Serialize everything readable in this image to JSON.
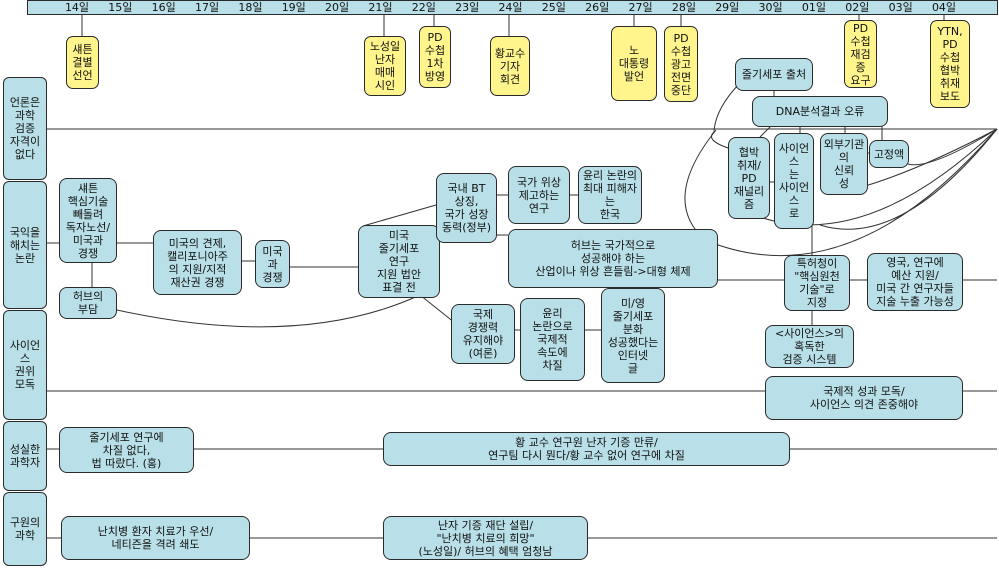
{
  "dates": [
    "14일",
    "15일",
    "16일",
    "17일",
    "18일",
    "19일",
    "20일",
    "21일",
    "22일",
    "23일",
    "24일",
    "25일",
    "26일",
    "27일",
    "28일",
    "29일",
    "30일",
    "01일",
    "02일",
    "03일",
    "04일"
  ],
  "categories": [
    {
      "id": "cat1",
      "text": "언론은\n과학\n검증\n자격이\n없다"
    },
    {
      "id": "cat2",
      "text": "국익을\n해치는\n논란"
    },
    {
      "id": "cat3",
      "text": "사이언\n스\n권위\n모독"
    },
    {
      "id": "cat4",
      "text": "성실한\n과학자"
    },
    {
      "id": "cat5",
      "text": "구원의\n과학"
    }
  ],
  "events": [
    {
      "id": "ev1",
      "text": "섀튼\n결별\n선언"
    },
    {
      "id": "ev2",
      "text": "노성일\n난자\n매매\n시인"
    },
    {
      "id": "ev3",
      "text": "PD\n수첩\n1차\n방영"
    },
    {
      "id": "ev4",
      "text": "황교수\n기자\n회견"
    },
    {
      "id": "ev5",
      "text": "노\n대통령\n발언"
    },
    {
      "id": "ev6",
      "text": "PD\n수첩\n광고\n전면\n중단"
    },
    {
      "id": "ev7",
      "text": "PD\n수첩\n재검\n증\n요구"
    },
    {
      "id": "ev8",
      "text": "YTN,\nPD\n수첩\n협박\n취재\n보도"
    }
  ],
  "nodes": [
    {
      "id": "n1",
      "text": "줄기세포 출처"
    },
    {
      "id": "n2",
      "text": "DNA분석결과 오류"
    },
    {
      "id": "n3",
      "text": "협박\n취재/\nPD\n재널리즘"
    },
    {
      "id": "n4",
      "text": "사이언스\n는\n사이언스\n로"
    },
    {
      "id": "n5",
      "text": "외부기관\n의\n신뢰\n성"
    },
    {
      "id": "n6",
      "text": "고정액"
    },
    {
      "id": "n7",
      "text": "섀튼\n핵심기술\n빼돌려\n독자노선/\n미국과\n경쟁"
    },
    {
      "id": "n8",
      "text": "허브의\n부담"
    },
    {
      "id": "n9",
      "text": "미국의 견제,\n캘리포니아주\n의 지원/지적\n재산권 경쟁"
    },
    {
      "id": "n10",
      "text": "미국\n과\n경쟁"
    },
    {
      "id": "n11",
      "text": "미국\n줄기세포\n연구\n지원 법안\n표결 전"
    },
    {
      "id": "n12",
      "text": "국내 BT\n상징,\n국가 성장\n동력(정부)"
    },
    {
      "id": "n13",
      "text": "국가 위상\n제고하는\n연구"
    },
    {
      "id": "n14",
      "text": "윤리 논란의\n최대 피해자\n는\n한국"
    },
    {
      "id": "n15",
      "text": "허브는 국가적으로\n성공해야 하는\n산업이나 위상 흔들림->대형 체제"
    },
    {
      "id": "n16",
      "text": "국제\n경쟁력\n유지해야\n(여론)"
    },
    {
      "id": "n17",
      "text": "윤리\n논란으로\n국제적\n속도에\n차질"
    },
    {
      "id": "n18",
      "text": "미/영\n줄기세포\n분화\n성공했다는\n인터넷\n글"
    },
    {
      "id": "n19",
      "text": "특허청이\n\"핵심원천\n기술\"로\n지정"
    },
    {
      "id": "n20",
      "text": "영국, 연구에\n예산 지원/\n미국 간 연구자들\n지술 누출 가능성"
    },
    {
      "id": "n21",
      "text": "<사이언스>의\n혹독한\n검증 시스템"
    },
    {
      "id": "n22",
      "text": "국제적 성과 모독/\n사이언스 의견 존중해야"
    },
    {
      "id": "n23",
      "text": "줄기세포 연구에\n차질 없다,\n법 따랐다. (홍)"
    },
    {
      "id": "n24",
      "text": "황 교수 연구원 난자 기증 만류/\n연구팀 다시 뭔다/황 교수 없어 연구에 차질"
    },
    {
      "id": "n25",
      "text": "난치병 환자 치료가 우선/\n네티즌을 격려 쇄도"
    },
    {
      "id": "n26",
      "text": "난자 기증 재단 설립/\n\"난치병 치료의 희망\"\n(노성일)/ 허브의 혜택 엄청남"
    }
  ],
  "colors": {
    "node_fill": "#b9e0e8",
    "event_fill": "#fff58c",
    "stroke": "#2a2a2a"
  }
}
